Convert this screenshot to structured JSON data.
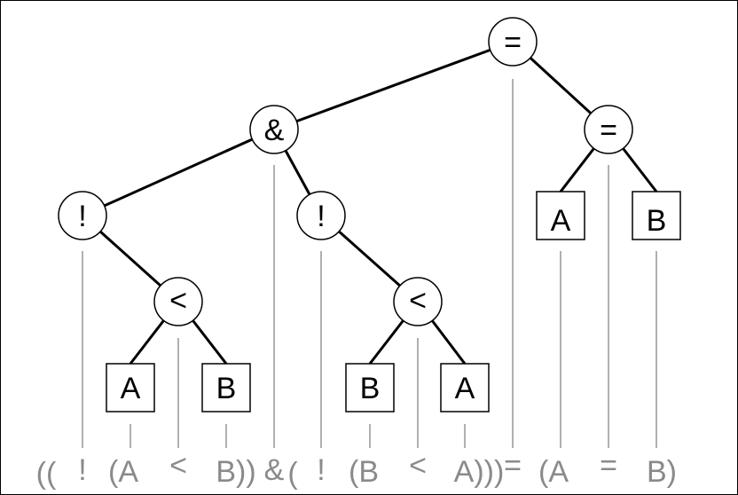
{
  "tree": {
    "root_eq": "=",
    "and_op": "&",
    "not_left": "!",
    "not_right": "!",
    "lt_left": "<",
    "lt_right": "<",
    "leaf_ll_a": "A",
    "leaf_ll_b": "B",
    "leaf_rl_b": "B",
    "leaf_rl_a": "A",
    "eq_right": "=",
    "leaf_eq_a": "A",
    "leaf_eq_b": "B"
  },
  "expression": {
    "tokens": [
      "((",
      "!",
      "(A",
      "<",
      "B))",
      "&",
      "(",
      "!",
      "(B",
      "<",
      "A)))",
      "=",
      "(A",
      "=",
      "B)"
    ]
  },
  "colors": {
    "edge": "#000000",
    "guide": "#b0b0b0",
    "expression_text": "#8a8a8a"
  }
}
